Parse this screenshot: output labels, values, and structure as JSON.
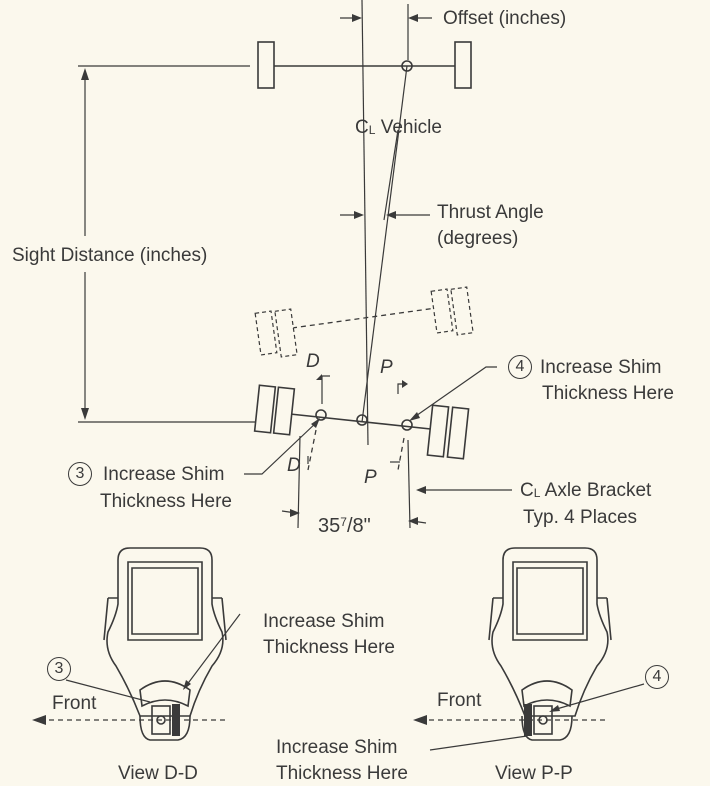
{
  "labels": {
    "offset": "Offset (inches)",
    "cl_vehicle": "Vehicle",
    "thrust_angle_1": "Thrust Angle",
    "thrust_angle_2": "(degrees)",
    "sight_distance": "Sight Distance (inches)",
    "d_top": "D",
    "d_bottom": "D",
    "p_top": "P",
    "p_bottom": "P",
    "shim4_line1": "Increase Shim",
    "shim4_line2": "Thickness Here",
    "shim3_line1": "Increase Shim",
    "shim3_line2": "Thickness Here",
    "axle_line1": "Axle Bracket",
    "axle_line2": "Typ. 4 Places",
    "dimension_whole": "35",
    "dimension_num": "7",
    "dimension_den": "/8\"",
    "cl_symbol": "C",
    "cl_subscript": "L",
    "shim_mid_line1": "Increase Shim",
    "shim_mid_line2": "Thickness Here",
    "front_left": "Front",
    "front_right": "Front",
    "shim_bottom_line1": "Increase Shim",
    "shim_bottom_line2": "Thickness Here",
    "view_dd": "View D-D",
    "view_pp": "View P-P"
  },
  "callouts": {
    "three_top": "3",
    "four_top": "4",
    "three_bottom": "3",
    "four_bottom": "4"
  },
  "colors": {
    "ink": "#3a3a3a",
    "paper": "#fbf8ed"
  }
}
